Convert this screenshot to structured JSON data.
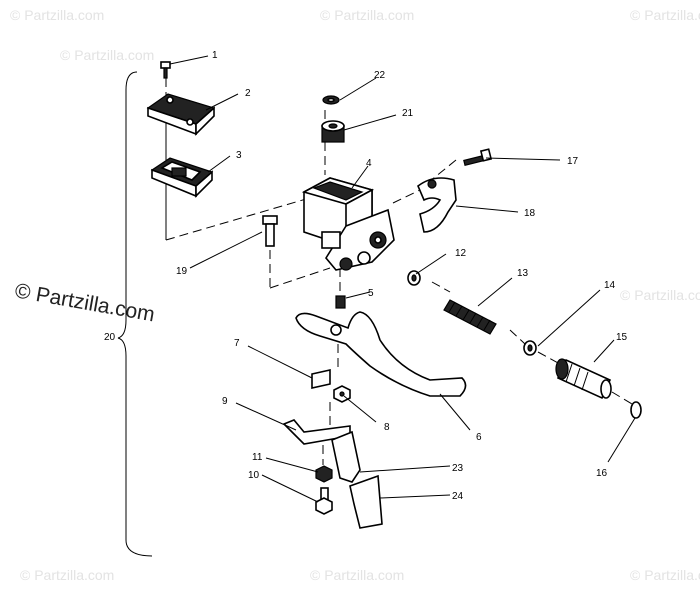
{
  "watermark": {
    "text": "© Partzilla.com",
    "main_text": "© Partzilla.com"
  },
  "callouts": {
    "c1": "1",
    "c2": "2",
    "c3": "3",
    "c4": "4",
    "c5": "5",
    "c6": "6",
    "c7": "7",
    "c8": "8",
    "c9": "9",
    "c10": "10",
    "c11": "11",
    "c12": "12",
    "c13": "13",
    "c14": "14",
    "c15": "15",
    "c16": "16",
    "c17": "17",
    "c18": "18",
    "c19": "19",
    "c20": "20",
    "c21": "21",
    "c22": "22",
    "c23": "23",
    "c24": "24"
  }
}
